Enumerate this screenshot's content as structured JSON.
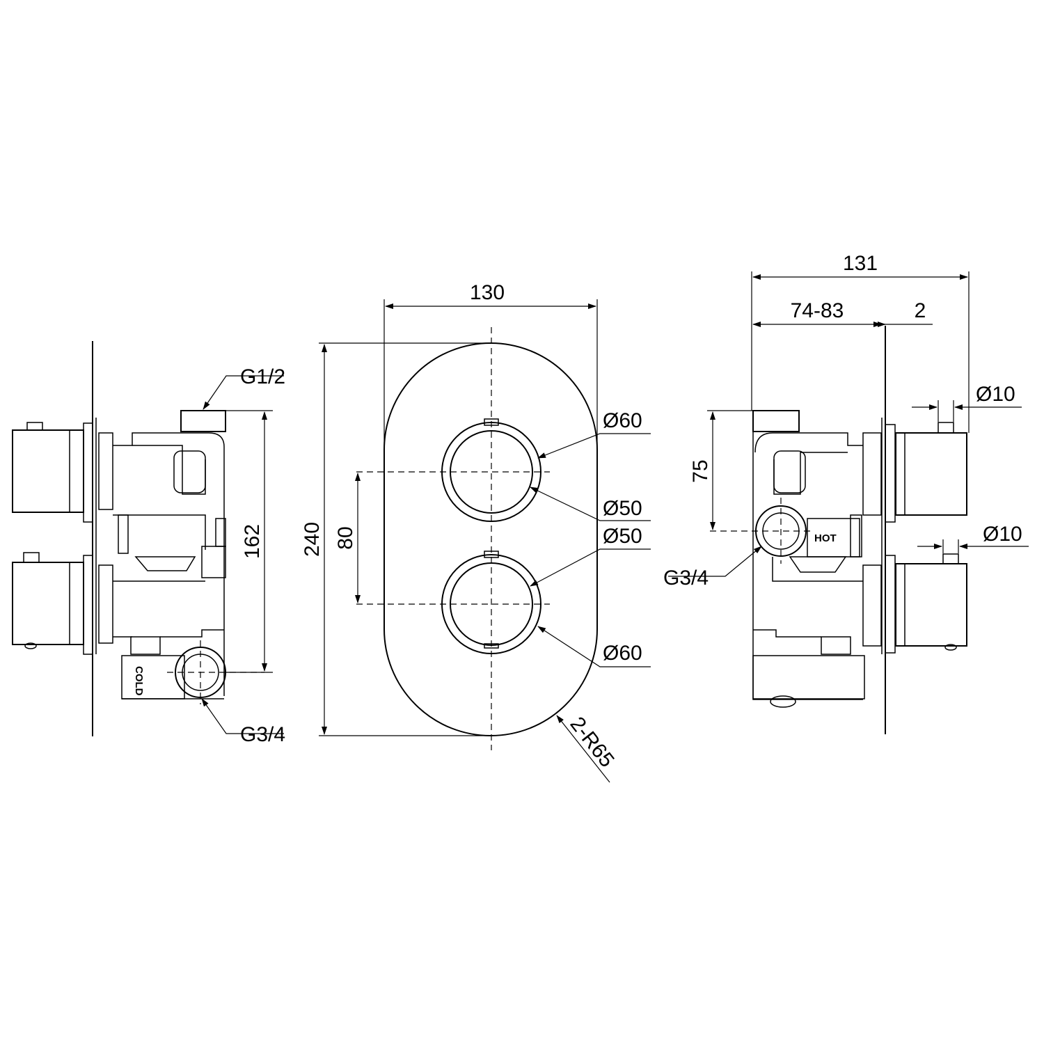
{
  "labels": {
    "left_g12": "G1/2",
    "left_162": "162",
    "left_g34": "G3/4",
    "left_cold": "COLD",
    "front_130": "130",
    "front_240": "240",
    "front_80": "80",
    "front_d60_top": "Ø60",
    "front_d50_top": "Ø50",
    "front_d50_bot": "Ø50",
    "front_d60_bot": "Ø60",
    "front_r65": "2-R65",
    "right_131": "131",
    "right_7483": "74-83",
    "right_2": "2",
    "right_d10_top": "Ø10",
    "right_75": "75",
    "right_d10_bot": "Ø10",
    "right_g34": "G3/4",
    "right_hot": "HOT"
  }
}
